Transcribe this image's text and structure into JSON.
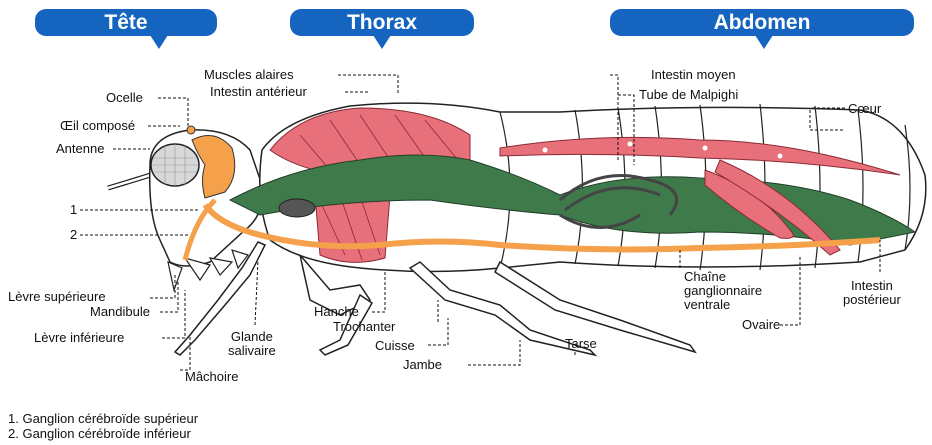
{
  "headers": {
    "tete": "Tête",
    "thorax": "Thorax",
    "abdomen": "Abdomen"
  },
  "labels": {
    "muscles_alaires": "Muscles alaires",
    "intestin_anterieur": "Intestin antérieur",
    "ocelle": "Ocelle",
    "oeil_compose": "Œil composé",
    "antenne": "Antenne",
    "num_1": "1",
    "num_2": "2",
    "intestin_moyen": "Intestin moyen",
    "tube_malpighi": "Tube de Malpighi",
    "coeur": "Cœur",
    "levre_superieure": "Lèvre supérieure",
    "mandibule": "Mandibule",
    "levre_inferieure": "Lèvre inférieure",
    "glande": "Glande",
    "salivaire": "salivaire",
    "machoire": "Mâchoire",
    "hanche": "Hanche",
    "trochanter": "Trochanter",
    "cuisse": "Cuisse",
    "jambe": "Jambe",
    "tarse": "Tarse",
    "chaine": "Chaîne",
    "ganglionnaire": "ganglionnaire",
    "ventrale": "ventrale",
    "ovaire": "Ovaire",
    "intestin": "Intestin",
    "posterieur": "postérieur"
  },
  "legend": [
    "1. Ganglion cérébroïde supérieur",
    "2. Ganglion cérébroïde inférieur"
  ],
  "colors": {
    "header_blue": "#1565c0",
    "muscle_pink": "#e8707a",
    "gut_green": "#3f7a4a",
    "nerve_orange": "#f5a04a",
    "tubule_gray": "#555555"
  }
}
